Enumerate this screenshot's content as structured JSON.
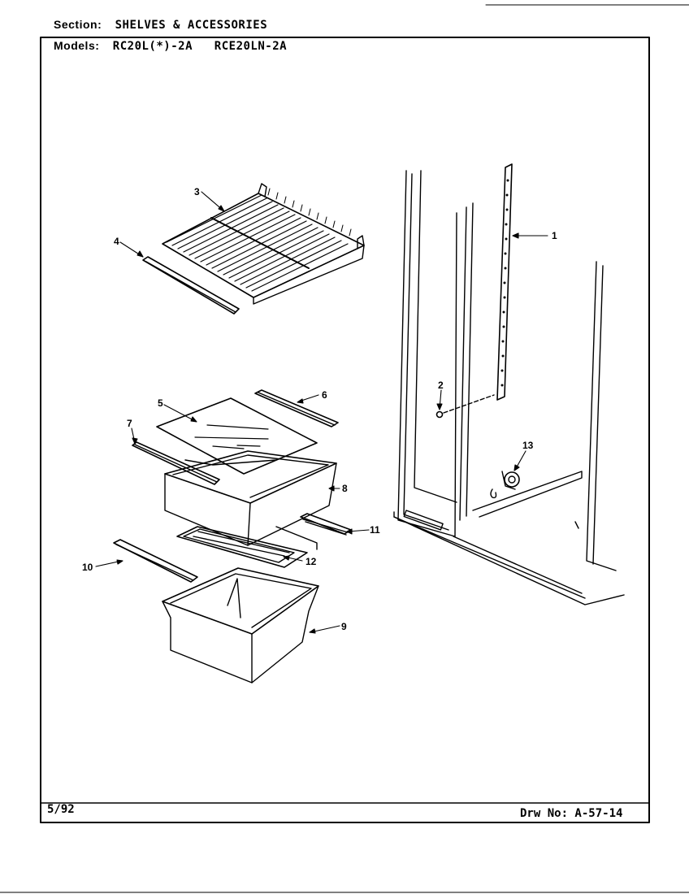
{
  "header": {
    "section_label": "Section:",
    "section_value": "SHELVES & ACCESSORIES",
    "models_label": "Models:",
    "models_value": "RC20L(*)-2A   RCE20LN-2A"
  },
  "footer": {
    "date": "5/92",
    "drawing_number": "Drw No: A-57-14"
  },
  "callouts": [
    "1",
    "2",
    "3",
    "4",
    "5",
    "6",
    "7",
    "8",
    "9",
    "10",
    "11",
    "12",
    "13"
  ]
}
